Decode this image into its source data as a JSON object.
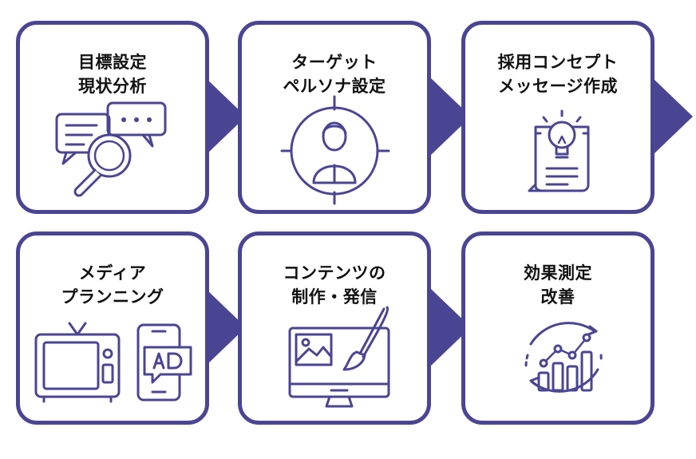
{
  "colors": {
    "primary": "#4a4593",
    "text": "#111111",
    "background": "#ffffff"
  },
  "steps": [
    {
      "line1": "目標設定",
      "line2": "現状分析",
      "icon": "chat-magnifier-icon"
    },
    {
      "line1": "ターゲット",
      "line2": "ペルソナ設定",
      "icon": "target-person-icon"
    },
    {
      "line1": "採用コンセプト",
      "line2": "メッセージ作成",
      "icon": "idea-document-icon"
    },
    {
      "line1": "メディア",
      "line2": "プランニング",
      "icon": "tv-ad-icon"
    },
    {
      "line1": "コンテンツの",
      "line2": "制作・発信",
      "icon": "monitor-design-icon"
    },
    {
      "line1": "効果測定",
      "line2": "改善",
      "icon": "growth-chart-icon"
    }
  ]
}
